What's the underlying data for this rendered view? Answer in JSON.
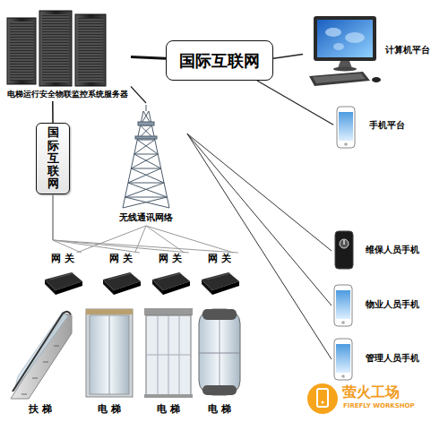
{
  "diagram": {
    "nodes": [
      {
        "text": [
          "电梯运行安全物联监控系统服务器"
        ]
      },
      {
        "text": [
          "国际互联网"
        ]
      },
      {
        "text": [
          "计算机平台"
        ]
      },
      {
        "text": [
          "手机平台"
        ]
      },
      {
        "text": [
          "国际互联网"
        ]
      },
      {
        "text": [
          "无线通讯网络"
        ]
      },
      {
        "text": [
          "网 关"
        ]
      },
      {
        "text": [
          "网 关"
        ]
      },
      {
        "text": [
          "网 关"
        ]
      },
      {
        "text": [
          "网 关"
        ]
      },
      {
        "text": [
          "扶 梯"
        ]
      },
      {
        "text": [
          "电 梯"
        ]
      },
      {
        "text": [
          "电 梯"
        ]
      },
      {
        "text": [
          "电 梯"
        ]
      },
      {
        "text": [
          "维保人员手机"
        ]
      },
      {
        "text": [
          "物业人员手机"
        ]
      },
      {
        "text": [
          "管理人员手机"
        ]
      }
    ],
    "edges": [
      {
        "from": 0,
        "to": 1,
        "arrow": "none"
      },
      {
        "from": 1,
        "to": 2,
        "arrow": "none"
      },
      {
        "from": 1,
        "to": 3,
        "arrow": "none"
      },
      {
        "from": 0,
        "to": 4,
        "arrow": "none"
      },
      {
        "from": 0,
        "to": 5,
        "arrow": "none"
      },
      {
        "from": 4,
        "to": 6,
        "arrow": "none"
      },
      {
        "from": 4,
        "to": 7,
        "arrow": "none"
      },
      {
        "from": 4,
        "to": 8,
        "arrow": "none"
      },
      {
        "from": 4,
        "to": 9,
        "arrow": "none"
      },
      {
        "from": 5,
        "to": 6,
        "arrow": "none"
      },
      {
        "from": 5,
        "to": 7,
        "arrow": "none"
      },
      {
        "from": 5,
        "to": 8,
        "arrow": "none"
      },
      {
        "from": 5,
        "to": 9,
        "arrow": "none"
      },
      {
        "from": 5,
        "to": 14,
        "arrow": "none"
      },
      {
        "from": 5,
        "to": 15,
        "arrow": "none"
      },
      {
        "from": 5,
        "to": 16,
        "arrow": "none"
      }
    ],
    "labels": [
      "萤火工场",
      "FIREFLY WORKSHOP"
    ]
  }
}
